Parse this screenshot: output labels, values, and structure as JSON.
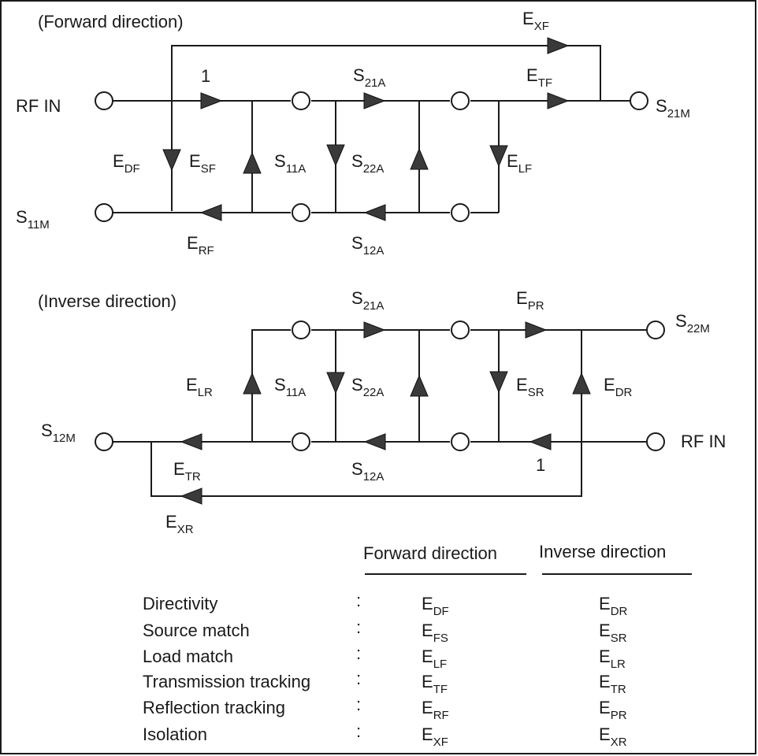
{
  "forward": {
    "heading": "(Forward direction)",
    "rf_in": "RF IN",
    "s11m": {
      "base": "S",
      "sub": "11M"
    },
    "s21m": {
      "base": "S",
      "sub": "21M"
    },
    "one_label": "1",
    "e_xf": {
      "base": "E",
      "sub": "XF"
    },
    "e_tf": {
      "base": "E",
      "sub": "TF"
    },
    "s21a": {
      "base": "S",
      "sub": "21A"
    },
    "e_df": {
      "base": "E",
      "sub": "DF"
    },
    "e_sf": {
      "base": "E",
      "sub": "SF"
    },
    "s11a": {
      "base": "S",
      "sub": "11A"
    },
    "s22a": {
      "base": "S",
      "sub": "22A"
    },
    "e_lf": {
      "base": "E",
      "sub": "LF"
    },
    "e_rf": {
      "base": "E",
      "sub": "RF"
    },
    "s12a": {
      "base": "S",
      "sub": "12A"
    }
  },
  "inverse": {
    "heading": "(Inverse direction)",
    "rf_in": "RF IN",
    "s22m": {
      "base": "S",
      "sub": "22M"
    },
    "s12m": {
      "base": "S",
      "sub": "12M"
    },
    "one_label": "1",
    "s21a": {
      "base": "S",
      "sub": "21A"
    },
    "e_pr": {
      "base": "E",
      "sub": "PR"
    },
    "e_lr": {
      "base": "E",
      "sub": "LR"
    },
    "s11a": {
      "base": "S",
      "sub": "11A"
    },
    "s22a": {
      "base": "S",
      "sub": "22A"
    },
    "e_sr": {
      "base": "E",
      "sub": "SR"
    },
    "e_dr": {
      "base": "E",
      "sub": "DR"
    },
    "e_tr": {
      "base": "E",
      "sub": "TR"
    },
    "s12a": {
      "base": "S",
      "sub": "12A"
    },
    "e_xr": {
      "base": "E",
      "sub": "XR"
    }
  },
  "table": {
    "col_forward": "Forward direction",
    "col_inverse": "Inverse direction",
    "rows": [
      {
        "label": "Directivity",
        "colon": ":",
        "fwd": {
          "base": "E",
          "sub": "DF"
        },
        "inv": {
          "base": "E",
          "sub": "DR"
        }
      },
      {
        "label": "Source match",
        "colon": ":",
        "fwd": {
          "base": "E",
          "sub": "FS"
        },
        "inv": {
          "base": "E",
          "sub": "SR"
        }
      },
      {
        "label": "Load match",
        "colon": ":",
        "fwd": {
          "base": "E",
          "sub": "LF"
        },
        "inv": {
          "base": "E",
          "sub": "LR"
        }
      },
      {
        "label": "Transmission tracking",
        "colon": ":",
        "fwd": {
          "base": "E",
          "sub": "TF"
        },
        "inv": {
          "base": "E",
          "sub": "TR"
        }
      },
      {
        "label": "Reflection tracking",
        "colon": ":",
        "fwd": {
          "base": "E",
          "sub": "RF"
        },
        "inv": {
          "base": "E",
          "sub": "PR"
        }
      },
      {
        "label": "Isolation",
        "colon": ":",
        "fwd": {
          "base": "E",
          "sub": "XF"
        },
        "inv": {
          "base": "E",
          "sub": "XR"
        }
      }
    ]
  }
}
